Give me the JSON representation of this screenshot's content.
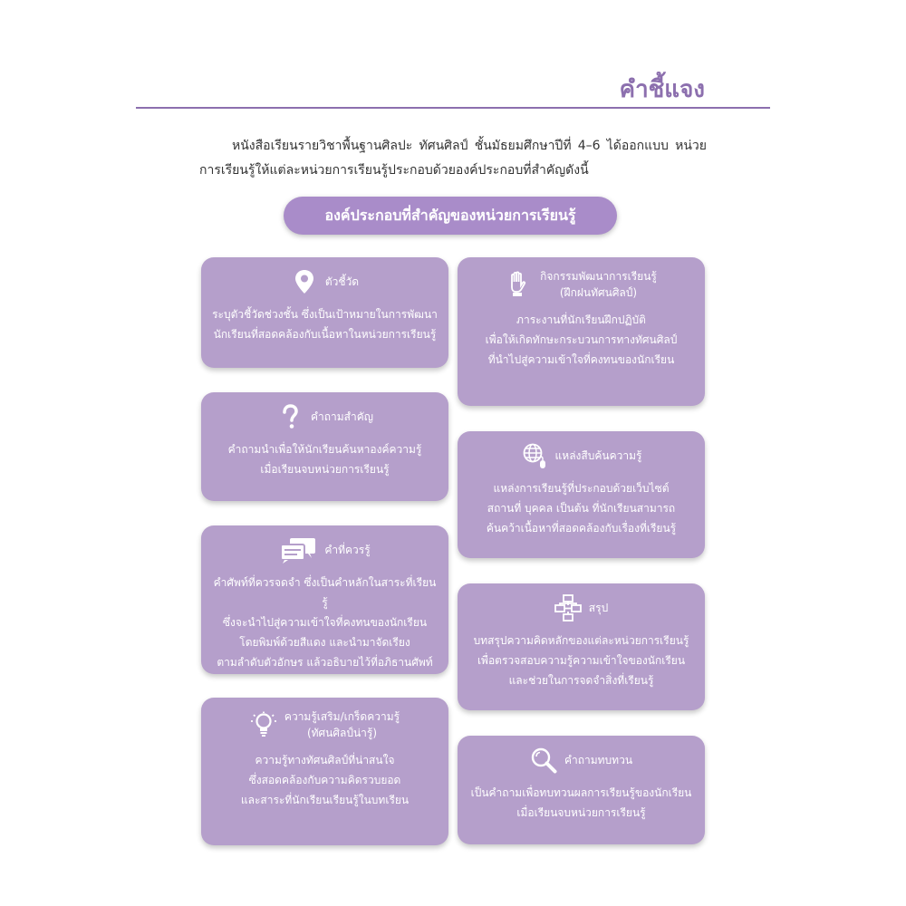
{
  "header": {
    "title": "คำชี้แจง"
  },
  "intro": {
    "line1": "หนังสือเรียนรายวิชาพื้นฐานศิลปะ ทัศนศิลป์ ชั้นมัธยมศึกษาปีที่ 4–6 ได้ออกแบบ",
    "line2": "หน่วยการเรียนรู้ให้แต่ละหน่วยการเรียนรู้ประกอบด้วยองค์ประกอบที่สำคัญดังนี้"
  },
  "section": {
    "title": "องค์ประกอบที่สำคัญของหน่วยการเรียนรู้"
  },
  "colors": {
    "accent": "#8c6fae",
    "pill": "#a98cc9",
    "card": "#b59fcb"
  },
  "cards": {
    "indicator": {
      "icon": "location-pin-icon",
      "title": "ตัวชี้วัด",
      "body": [
        "ระบุตัวชี้วัดช่วงชั้น ซึ่งเป็นเป้าหมายในการพัฒนา",
        "นักเรียนที่สอดคล้องกับเนื้อหาในหน่วยการเรียนรู้"
      ]
    },
    "activities": {
      "icon": "hand-icon",
      "title": "กิจกรรมพัฒนาการเรียนรู้",
      "subtitle": "(ฝึกฝนทัศนศิลป์)",
      "body": [
        "ภาระงานที่นักเรียนฝึกปฏิบัติ",
        "เพื่อให้เกิดทักษะกระบวนการทางทัศนศิลป์",
        "ที่นำไปสู่ความเข้าใจที่คงทนของนักเรียน"
      ]
    },
    "key_question": {
      "icon": "question-icon",
      "title": "คำถามสำคัญ",
      "body": [
        "คำถามนำเพื่อให้นักเรียนค้นหาองค์ความรู้",
        "เมื่อเรียนจบหน่วยการเรียนรู้"
      ]
    },
    "resources": {
      "icon": "globe-mouse-icon",
      "title": "แหล่งสืบค้นความรู้",
      "body": [
        "แหล่งการเรียนรู้ที่ประกอบด้วยเว็บไซต์",
        "สถานที่ บุคคล เป็นต้น ที่นักเรียนสามารถ",
        "ค้นคว้าเนื้อหาที่สอดคล้องกับเรื่องที่เรียนรู้"
      ]
    },
    "vocabulary": {
      "icon": "chat-bubbles-icon",
      "title": "คำที่ควรรู้",
      "body": [
        "คำศัพท์ที่ควรจดจำ ซึ่งเป็นคำหลักในสาระที่เรียนรู้",
        "ซึ่งจะนำไปสู่ความเข้าใจที่คงทนของนักเรียน",
        "โดยพิมพ์ด้วยสีแดง และนำมาจัดเรียง",
        "ตามลำดับตัวอักษร แล้วอธิบายไว้ที่อภิธานศัพท์"
      ]
    },
    "summary": {
      "icon": "flowchart-icon",
      "title": "สรุป",
      "body": [
        "บทสรุปความคิดหลักของแต่ละหน่วยการเรียนรู้",
        "เพื่อตรวจสอบความรู้ความเข้าใจของนักเรียน",
        "และช่วยในการจดจำสิ่งที่เรียนรู้"
      ]
    },
    "extra_knowledge": {
      "icon": "lightbulb-icon",
      "title": "ความรู้เสริม/เกร็ดความรู้",
      "subtitle": "(ทัศนศิลป์น่ารู้)",
      "body": [
        "ความรู้ทางทัศนศิลป์ที่น่าสนใจ",
        "ซึ่งสอดคล้องกับความคิดรวบยอด",
        "และสาระที่นักเรียนเรียนรู้ในบทเรียน"
      ]
    },
    "review": {
      "icon": "magnifier-icon",
      "title": "คำถามทบทวน",
      "body": [
        "เป็นคำถามเพื่อทบทวนผลการเรียนรู้ของนักเรียน",
        "เมื่อเรียนจบหน่วยการเรียนรู้"
      ]
    }
  }
}
